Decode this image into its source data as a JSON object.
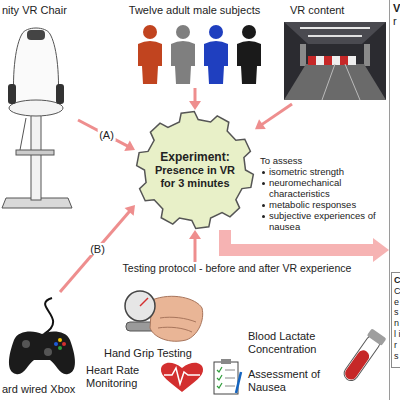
{
  "diagram": {
    "nodes": [
      {
        "text": [
          "nity VR Chair"
        ]
      },
      {
        "text": [
          "Twelve adult male subjects"
        ]
      },
      {
        "text": [
          "VR content"
        ]
      },
      {
        "text": [
          "V",
          "r"
        ]
      },
      {
        "text": [
          "C",
          "C e s n l i r s"
        ],
        "in": 3
      },
      {
        "text": [
          "Experiment:",
          "Presence in VR for 3 minutes"
        ]
      },
      {
        "text": [
          "Testing protocol - before and after VR experience"
        ]
      },
      {
        "text": [
          "ard wired Xbox"
        ]
      }
    ],
    "edges": [
      {
        "from": 0,
        "to": 5,
        "arrow": "to",
        "label": "(A)"
      },
      {
        "from": 7,
        "to": 5,
        "arrow": "to",
        "label": "(B)"
      },
      {
        "from": 1,
        "to": 5,
        "arrow": "to"
      },
      {
        "from": 2,
        "to": 5,
        "arrow": "to"
      },
      {
        "from": 6,
        "to": 5,
        "arrow": "to"
      },
      {
        "from": 5,
        "to": 3,
        "arrow": "to"
      }
    ],
    "labels": [
      "To assess",
      "isometric strength",
      "neuromechanical characteristics",
      "metabolic responses",
      "subjective experiences of nausea",
      "Hand Grip Testing",
      "Heart Rate Monitoring",
      "Blood Lactate Concentration",
      "Assessment of Nausea"
    ]
  }
}
